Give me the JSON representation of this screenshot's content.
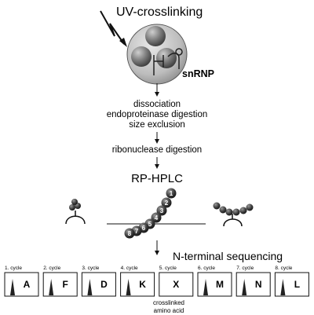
{
  "title": "UV-crosslinking",
  "complex_label": "snRNP",
  "steps": {
    "dissociation": "dissociation",
    "digestion": "endoproteinase digestion",
    "size_exclusion": "size exclusion",
    "ribonuclease": "ribonuclease digestion",
    "hplc": "RP-HPLC",
    "sequencing": "N-terminal sequencing"
  },
  "peptide_beads": [
    "1",
    "2",
    "3",
    "4",
    "5",
    "6",
    "7",
    "8"
  ],
  "cycles": [
    {
      "label": "1. cycle",
      "residue": "A"
    },
    {
      "label": "2. cycle",
      "residue": "F"
    },
    {
      "label": "3. cycle",
      "residue": "D"
    },
    {
      "label": "4. cycle",
      "residue": "K"
    },
    {
      "label": "5. cycle",
      "residue": "X"
    },
    {
      "label": "6. cycle",
      "residue": "M"
    },
    {
      "label": "7. cycle",
      "residue": "N"
    },
    {
      "label": "8. cycle",
      "residue": "L"
    }
  ],
  "crosslinked_note": {
    "line1": "crosslinked",
    "line2": "amino acid"
  },
  "colors": {
    "ink": "#111111",
    "sphere": "#8a8a8a",
    "shell": "#cfcfcf",
    "bead": "#444444"
  }
}
